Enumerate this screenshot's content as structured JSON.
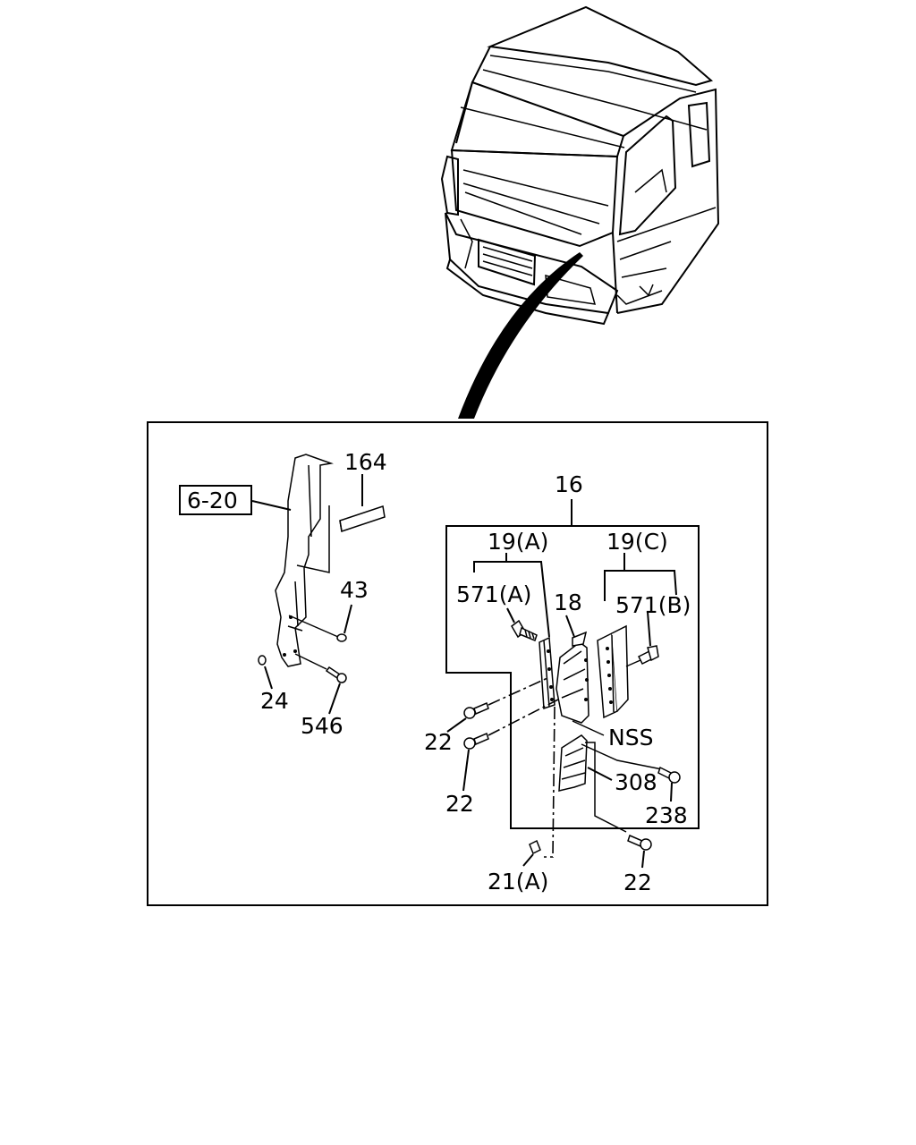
{
  "labels": {
    "ref_6_20": "6-20",
    "p164": "164",
    "p43": "43",
    "p24": "24",
    "p546": "546",
    "p16": "16",
    "p19a": "19(A)",
    "p19c": "19(C)",
    "p571a": "571(A)",
    "p571b": "571(B)",
    "p18": "18",
    "nss": "NSS",
    "p308": "308",
    "p238": "238",
    "p22_top": "22",
    "p22_mid": "22",
    "p22_bot": "22",
    "p21a": "21(A)"
  }
}
